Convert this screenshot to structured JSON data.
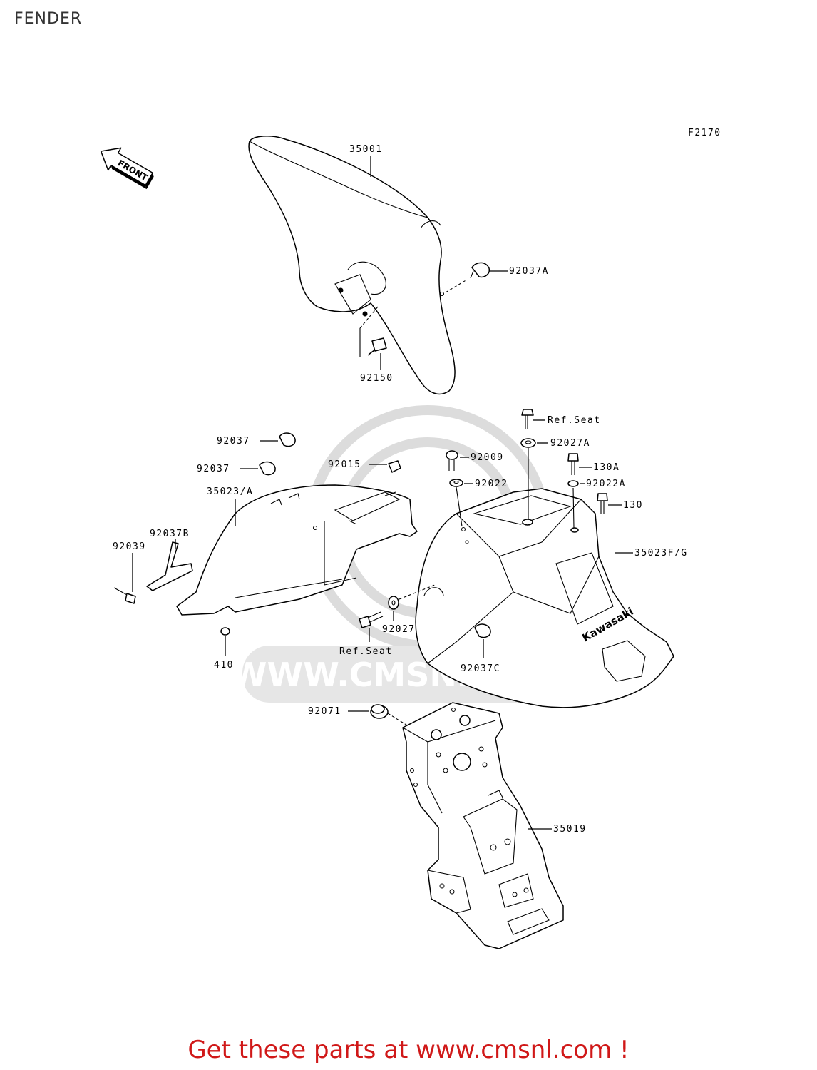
{
  "page": {
    "title": "FENDER"
  },
  "diagram": {
    "figure_code": "F2170",
    "front_label": "FRONT",
    "watermark_text": "WWW.CMSNL.COM",
    "brand_marking": "Kawasaki",
    "callouts": {
      "c35001": "35001",
      "c92037A": "92037A",
      "c92150": "92150",
      "ref_seat_top": "Ref.Seat",
      "c92027A": "92027A",
      "c92009": "92009",
      "c130A": "130A",
      "c92022": "92022",
      "c92022A": "92022A",
      "c130": "130",
      "c35023FG": "35023F/G",
      "c92037_1": "92037",
      "c92037_2": "92037",
      "c92015": "92015",
      "c35023A": "35023/A",
      "c92037B": "92037B",
      "c92039": "92039",
      "c410": "410",
      "c92027": "92027",
      "ref_seat_bottom": "Ref.Seat",
      "c92037C": "92037C",
      "c92071": "92071",
      "c35019": "35019"
    }
  },
  "footer": {
    "promo_text": "Get these parts at www.cmsnl.com !"
  },
  "colors": {
    "promo": "#d01818",
    "line": "#000000",
    "watermark": "#dcdcdc"
  }
}
